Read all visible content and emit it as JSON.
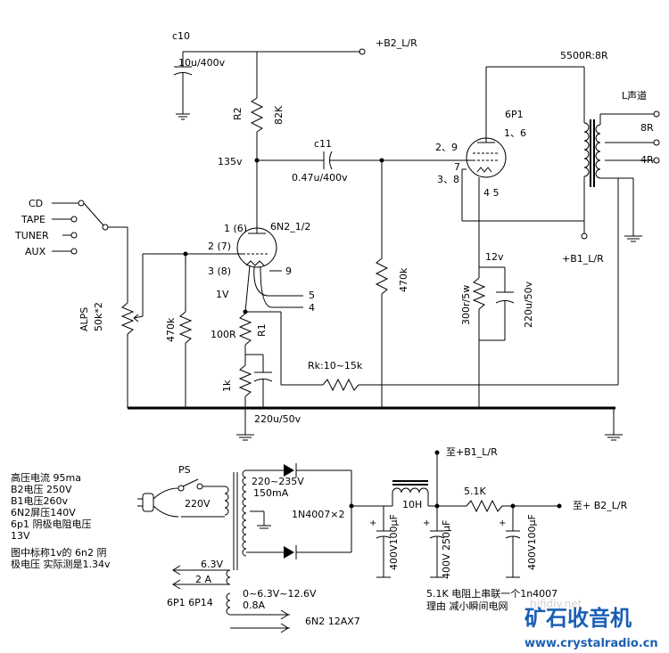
{
  "labels": {
    "c10": "c10",
    "c10_val": "10u/400v",
    "b2_top": "+B2_L/R",
    "r2": "R2",
    "r2_val": "82K",
    "v135": "135v",
    "c11": "c11",
    "c11_val": "0.47u/400v",
    "pins_29": "2、9",
    "pin7": "7",
    "pins_38": "3、8",
    "pins_45": "4 5",
    "tube_6p1": "6P1",
    "pins_16": "1、6",
    "ot_ratio": "5500R:8R",
    "l_channel": "L声道",
    "tap_8r": "8R",
    "tap_4r": "4R",
    "b1_lr": "+B1_L/R",
    "v12": "12v",
    "rk_300": "300r/5w",
    "ck_220": "220u/50v",
    "r470k_right": "470k",
    "src_cd": "CD",
    "src_tape": "TAPE",
    "src_tuner": "TUNER",
    "src_aux": "AUX",
    "alps": "ALPS",
    "alps_val": "50k*2",
    "r470k_left": "470k",
    "tube_6n2": "6N2_1/2",
    "pin_1_6": "1 (6)",
    "pin_2_7": "2 (7)",
    "pin_3_8": "3 (8)",
    "pin9": "9",
    "pin5": "5",
    "pin4": "4",
    "v1": "1V",
    "r100": "100R",
    "r1": "R1",
    "r1k": "1k",
    "rk_fb": "Rk:10~15k",
    "c220_bot": "220u/50v",
    "ps": "PS",
    "v220": "220V",
    "sec_hv": "220~235V",
    "sec_ma": "150mA",
    "diodes": "1N4007×2",
    "choke": "10H",
    "to_b1": "至+B1_L/R",
    "r51k": "5.1K",
    "to_b2": "至+ B2_L/R",
    "cap1": "400V100μF",
    "cap2": "400V 250μF",
    "cap3": "400V100μF",
    "fil_63": "6.3V",
    "fil_2a": "2 A",
    "fil_tubes": "6P1 6P14",
    "sec_fil": "0~6.3V~12.6V",
    "sec_fil_a": "0.8A",
    "heater_tubes": "6N2    12AX7",
    "note_51k": "5.1K 电阻上串联一个1n4007",
    "note_51k_2": "理由 减小瞬间电网"
  },
  "notes": [
    "高压电流 95ma",
    "B2电压 250V",
    "B1电压260v",
    "6N2屏压140V",
    "6p1 阴极电阻电压",
    "13V"
  ],
  "note_bottom": [
    "图中标称1v的 6n2 阴",
    "极电压 实际测是1.34v"
  ],
  "watermark": {
    "site": "hifidiy.net",
    "logo": "矿石收音机",
    "url": "www.crystalradio.cn",
    "logo_color": "#1a5fb4"
  }
}
